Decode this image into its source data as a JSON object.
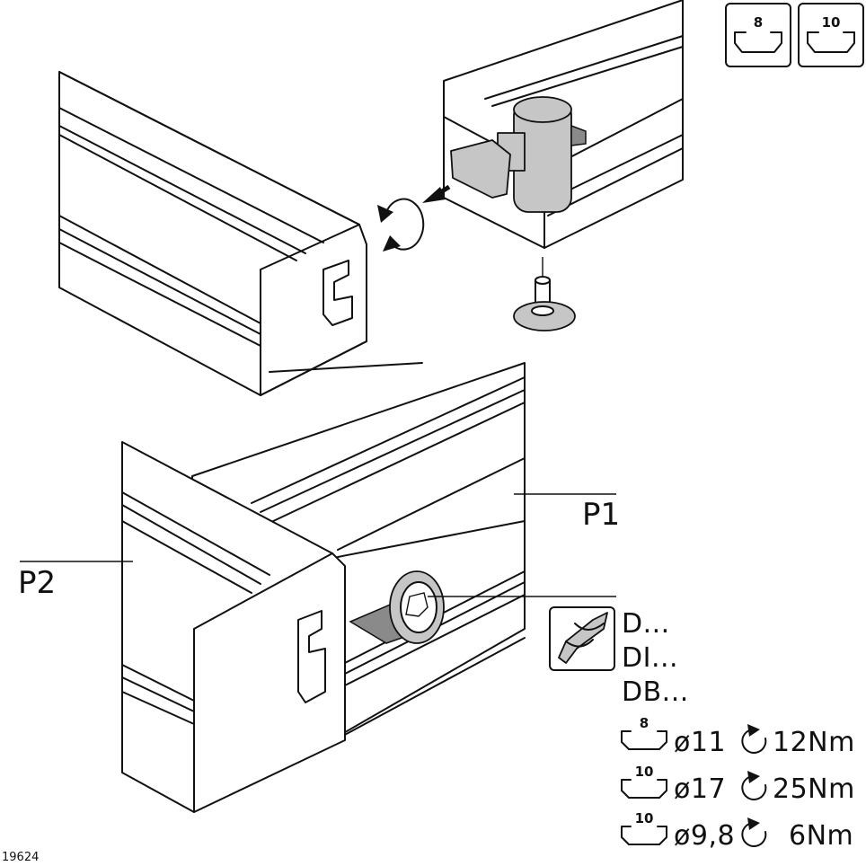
{
  "labels": {
    "p1": "P1",
    "p2": "P2"
  },
  "slot_icons": [
    {
      "size": "8"
    },
    {
      "size": "10"
    }
  ],
  "drill_codes": [
    "D...",
    "DI...",
    "DB..."
  ],
  "specs": [
    {
      "slot": "8",
      "diameter": "ø11",
      "torque": "12Nm"
    },
    {
      "slot": "10",
      "diameter": "ø17",
      "torque": "25Nm"
    },
    {
      "slot": "10",
      "diameter": "ø9,8",
      "torque": "6Nm"
    }
  ],
  "figure_id": "19624",
  "colors": {
    "line": "#111111",
    "fill_grey": "#c6c6c6",
    "background": "#ffffff"
  },
  "icons": [
    "slot-8-icon",
    "slot-10-icon",
    "drill-icon",
    "rotate-icon",
    "arrow-icon",
    "torque-icon"
  ]
}
